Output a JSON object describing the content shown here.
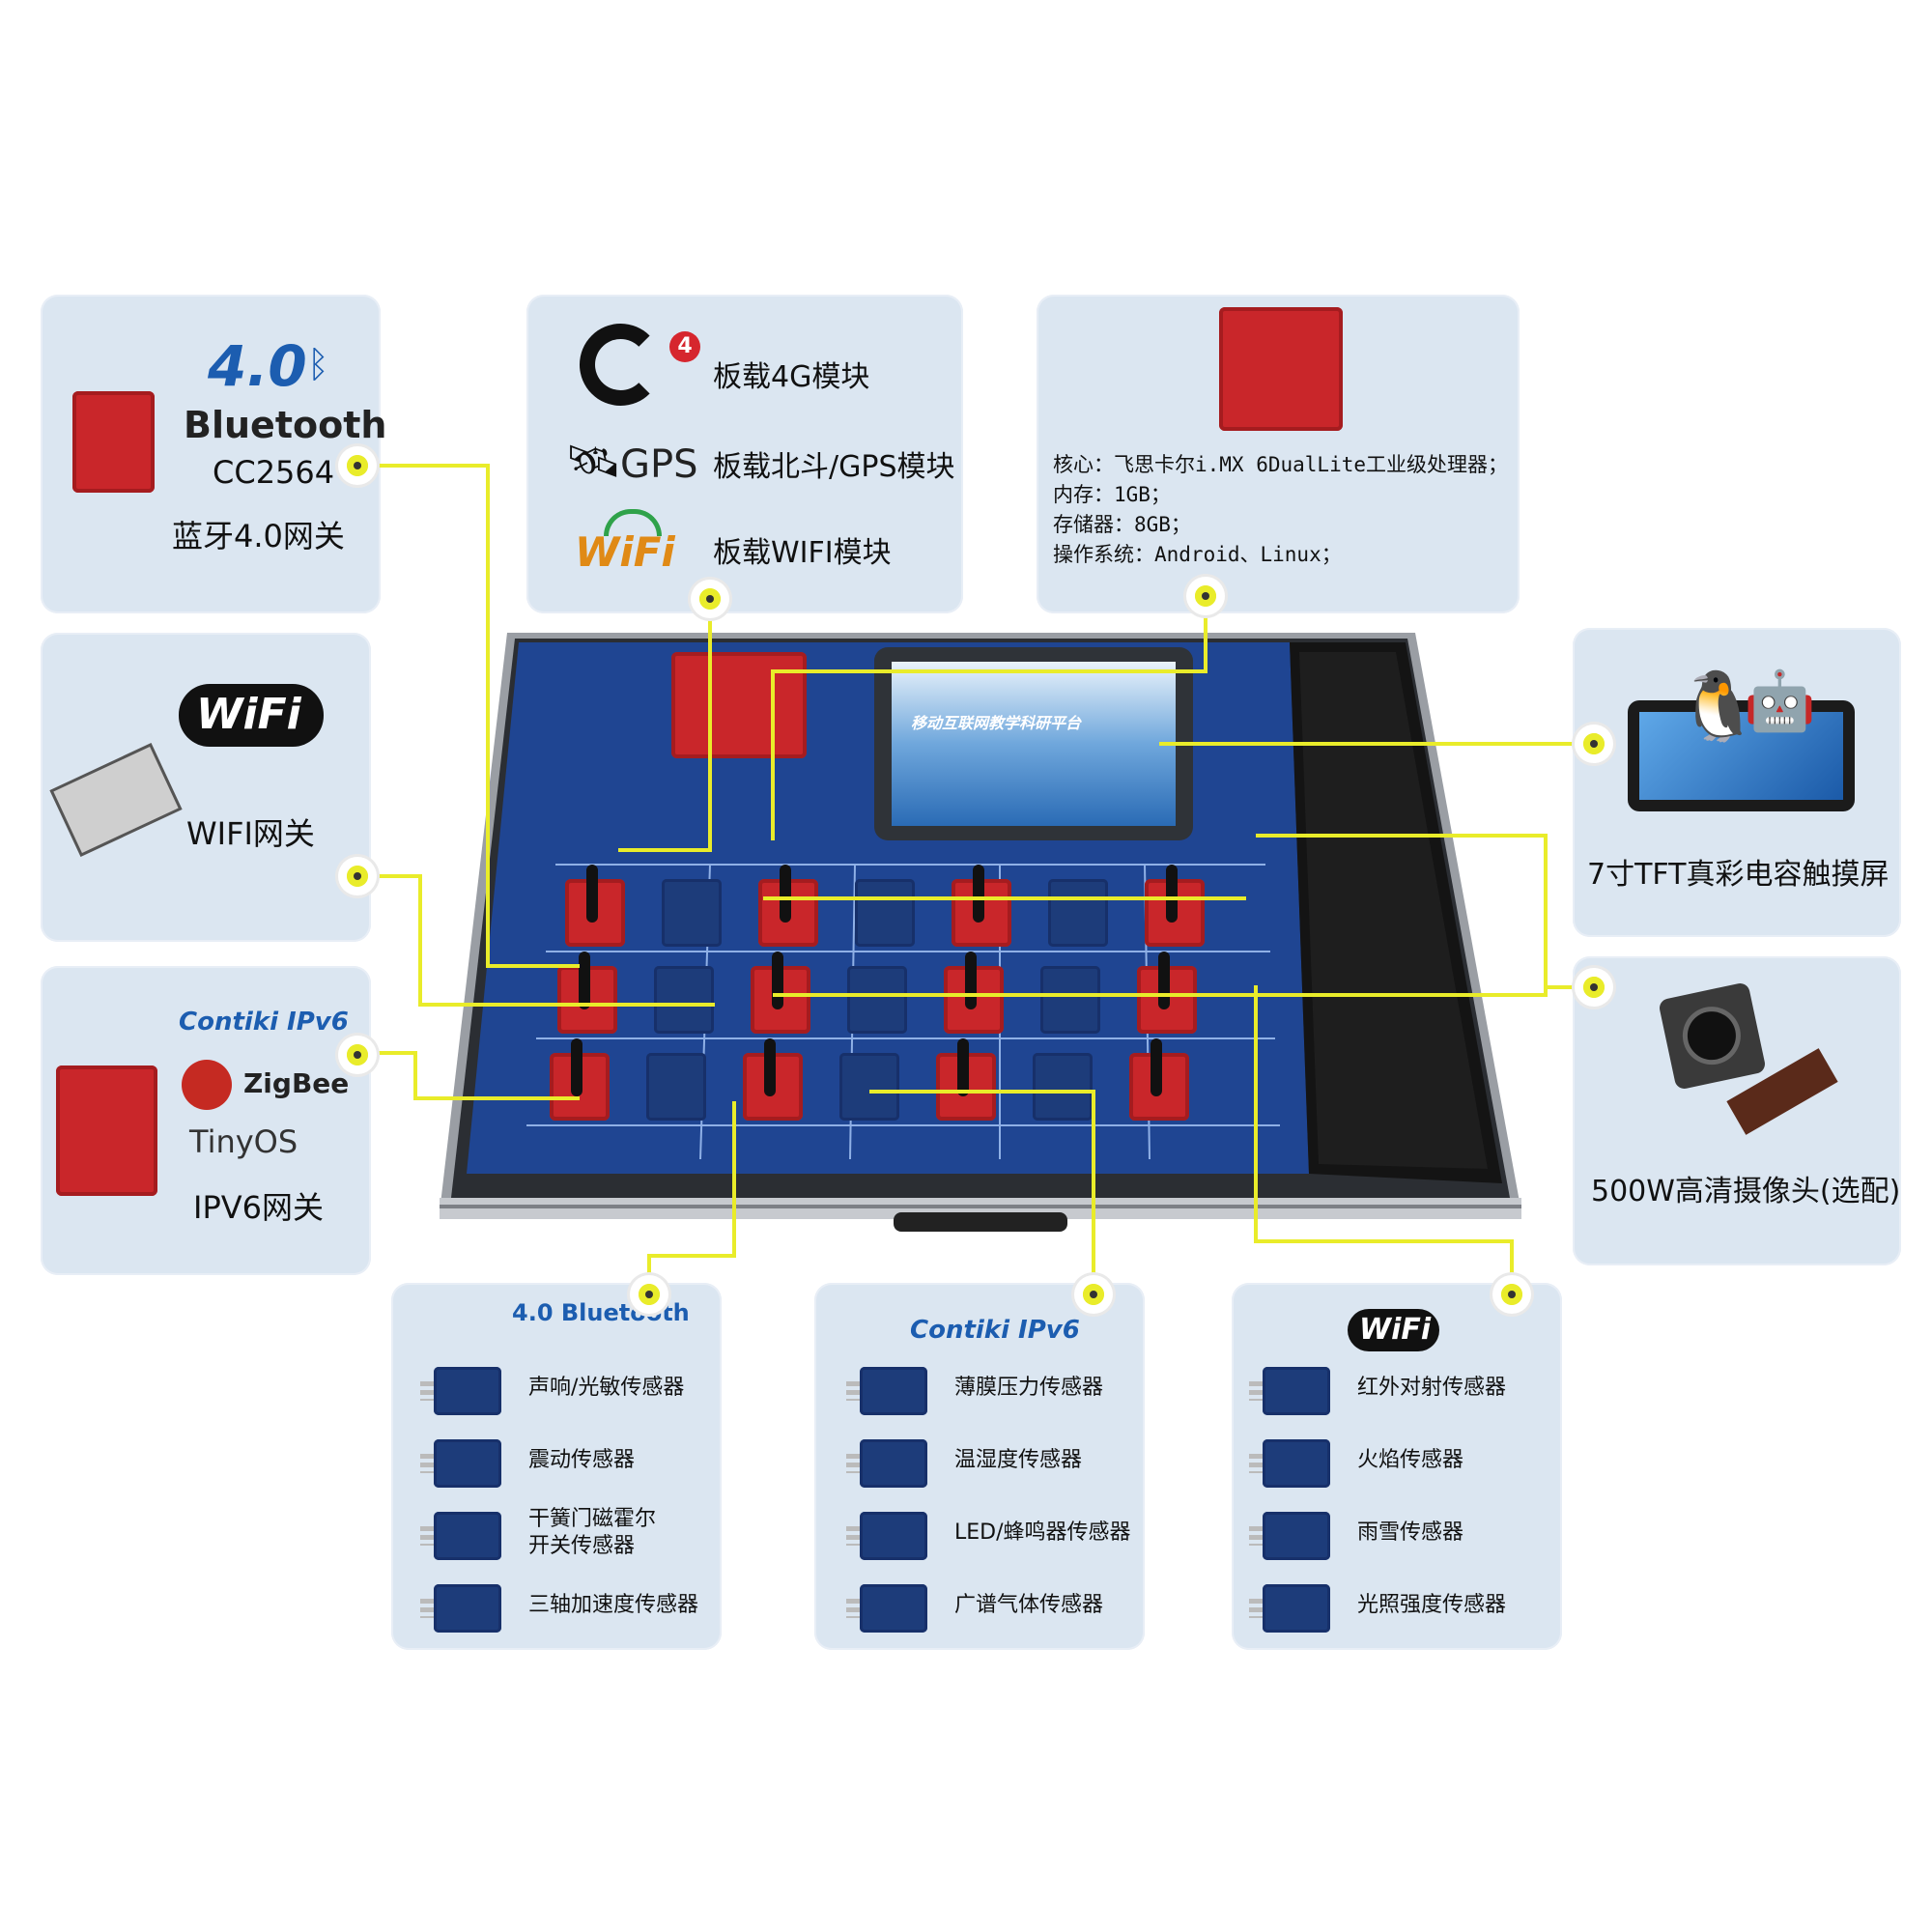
{
  "bluetooth_panel": {
    "logo_version": "4.0",
    "logo_word": "Bluetooth",
    "chip": "CC2564",
    "label": "蓝牙4.0网关"
  },
  "wifi_panel": {
    "logo_word": "WiFi",
    "label": "WIFI网关"
  },
  "ipv6_panel": {
    "contiki_logo": "Contiki IPv6",
    "zigbee_logo": "ZigBee",
    "tinyos_logo": "TinyOS",
    "label": "IPV6网关"
  },
  "comm_panel": {
    "items": [
      {
        "icon": "4g-logo-icon",
        "label": "板载4G模块"
      },
      {
        "icon": "satellite-icon",
        "logo": "GPS",
        "label": "板载北斗/GPS模块"
      },
      {
        "icon": "wifi-logo-icon",
        "logo": "WiFi",
        "label": "板载WIFI模块"
      }
    ]
  },
  "core_panel": {
    "specs": [
      "核心：飞思卡尔i.MX 6DualLite工业级处理器；",
      "内存：1GB；",
      "存储器：8GB；",
      "操作系统：Android、Linux；"
    ]
  },
  "screen_panel": {
    "label": "7寸TFT真彩电容触摸屏"
  },
  "camera_panel": {
    "label": "500W高清摄像头(选配)"
  },
  "device": {
    "screen_title": "移动互联网教学科研平台"
  },
  "sensor_panels": [
    {
      "logo": "4.0 Bluetooth",
      "sensors": [
        "声响/光敏传感器",
        "震动传感器",
        "干簧门磁霍尔\n开关传感器",
        "三轴加速度传感器"
      ]
    },
    {
      "logo": "Contiki IPv6",
      "sensors": [
        "薄膜压力传感器",
        "温湿度传感器",
        "LED/蜂鸣器传感器",
        "广谱气体传感器"
      ]
    },
    {
      "logo": "WiFi",
      "sensors": [
        "红外对射传感器",
        "火焰传感器",
        "雨雪传感器",
        "光照强度传感器"
      ]
    }
  ],
  "colors": {
    "panel": "#dbe6f1",
    "connector": "#e9ec2a",
    "board": "#1d3c7a",
    "module_red": "#c9262a"
  }
}
